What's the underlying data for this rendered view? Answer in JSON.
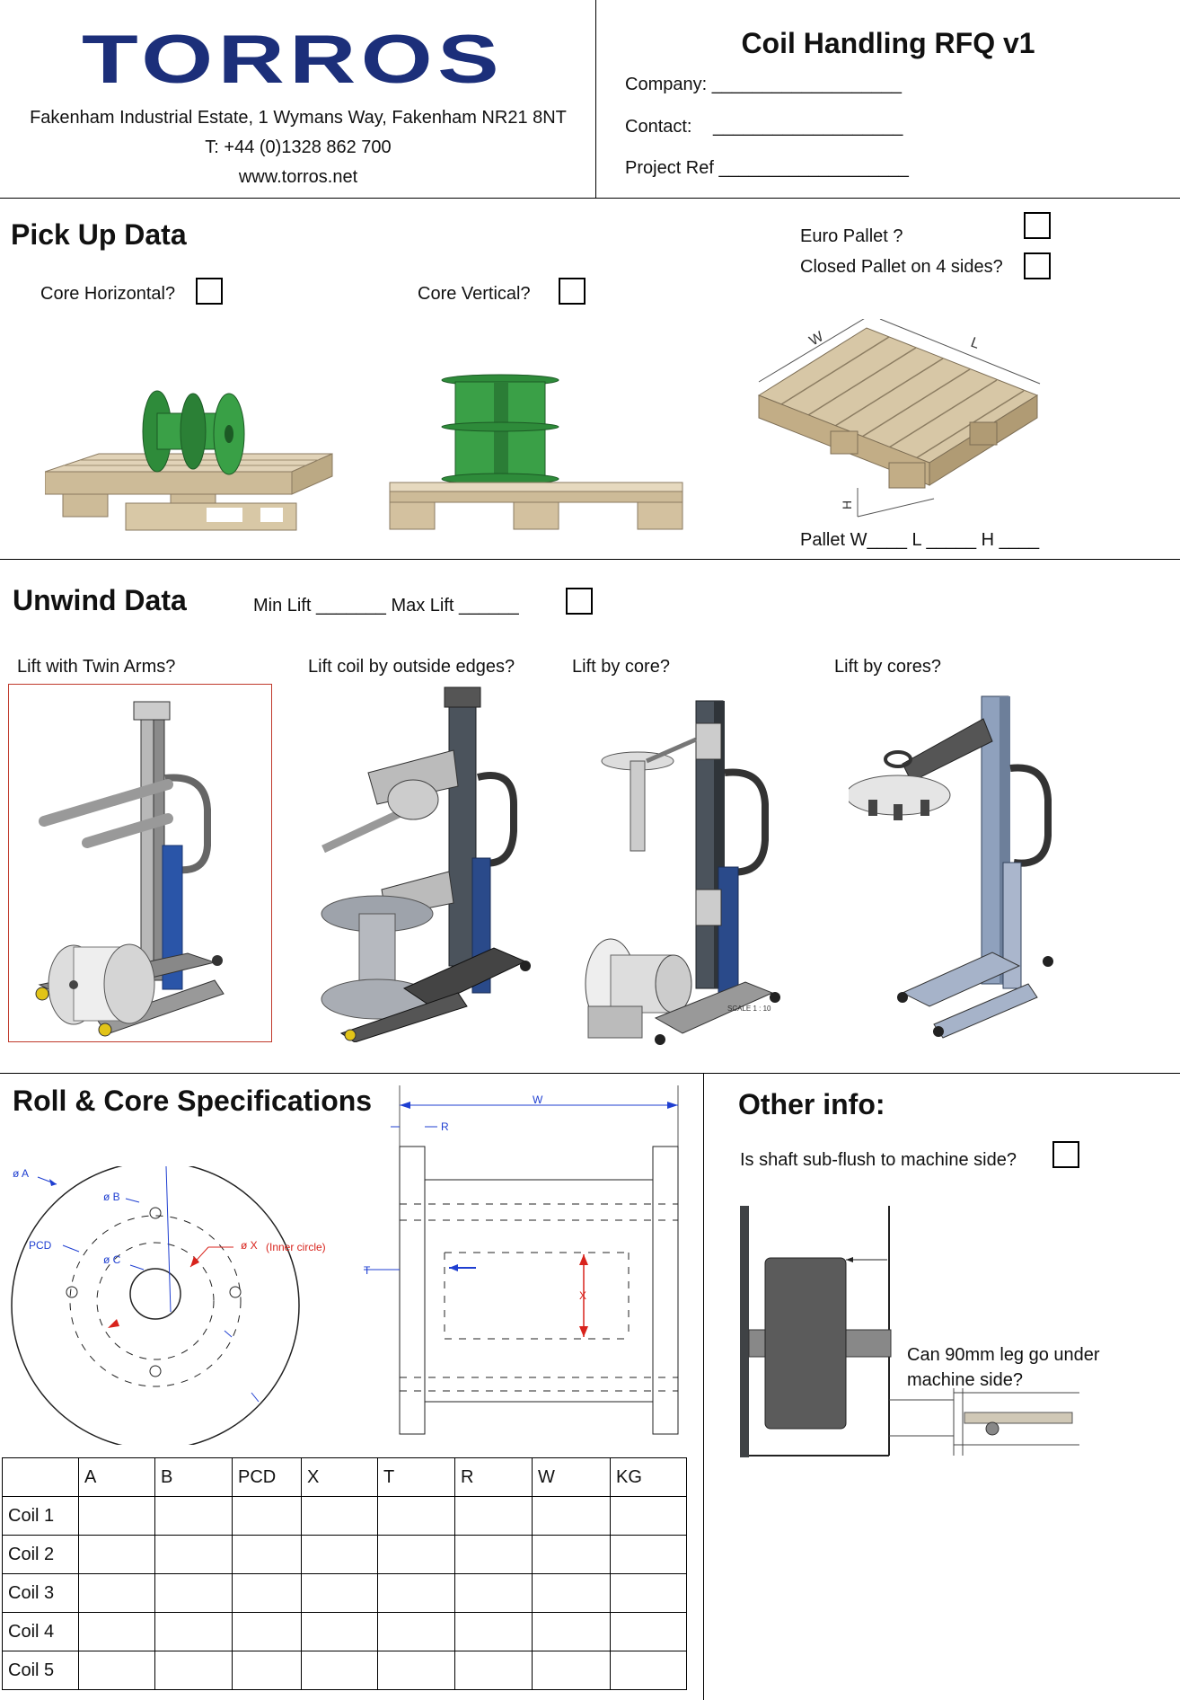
{
  "header": {
    "brand": "TORROS",
    "address": "Fakenham Industrial Estate, 1 Wymans Way, Fakenham NR21 8NT",
    "phone": "T: +44 (0)1328 862 700",
    "website": "www.torros.net",
    "title": "Coil Handling RFQ v1",
    "company_label": "Company: ___________________",
    "contact_label": "Contact:",
    "contact_blank": "___________________",
    "project_label": "Project Ref ___________________"
  },
  "pickup": {
    "heading": "Pick Up Data",
    "euro_pallet": "Euro Pallet ?",
    "closed_pallet": "Closed Pallet on 4 sides?",
    "core_horizontal": "Core Horizontal?",
    "core_vertical": "Core Vertical?",
    "dim_w": "W",
    "dim_l": "L",
    "dim_h": "H",
    "pallet_dims": "Pallet W____ L _____ H ____"
  },
  "unwind": {
    "heading": "Unwind Data",
    "lift_range": "Min Lift _______ Max Lift ______",
    "options": [
      {
        "label": "Lift with Twin Arms?"
      },
      {
        "label": "Lift  coil by outside edges?"
      },
      {
        "label": "Lift by core?"
      },
      {
        "label": "Lift by cores?"
      }
    ],
    "scale_note": "SCALE 1 : 10"
  },
  "roll_core": {
    "heading": "Roll & Core Specifications",
    "diagram_labels": {
      "a": "ø A",
      "b": "ø B",
      "pcd": "PCD",
      "c": "ø C",
      "x": "ø X",
      "inner": "(Inner circle)",
      "w": "W",
      "r": "R",
      "t": "T",
      "x2": "X"
    },
    "table": {
      "headers": [
        "",
        "A",
        "B",
        "PCD",
        "X",
        "T",
        "R",
        "W",
        "KG"
      ],
      "rows": [
        "Coil 1",
        "Coil 2",
        "Coil 3",
        "Coil 4",
        "Coil 5"
      ]
    }
  },
  "other": {
    "heading": "Other info:",
    "shaft_question": "Is shaft sub-flush to machine side?",
    "leg_question_1": "Can 90mm leg go under",
    "leg_question_2": "machine side?"
  },
  "colors": {
    "logo_blue": "#1c2f7a",
    "spool_green": "#2e8b3a",
    "pallet_wood": "#d6c6a8",
    "dimension_blue": "#1f3fd1",
    "dimension_red": "#d8231c",
    "frame_red": "#c0392b"
  }
}
